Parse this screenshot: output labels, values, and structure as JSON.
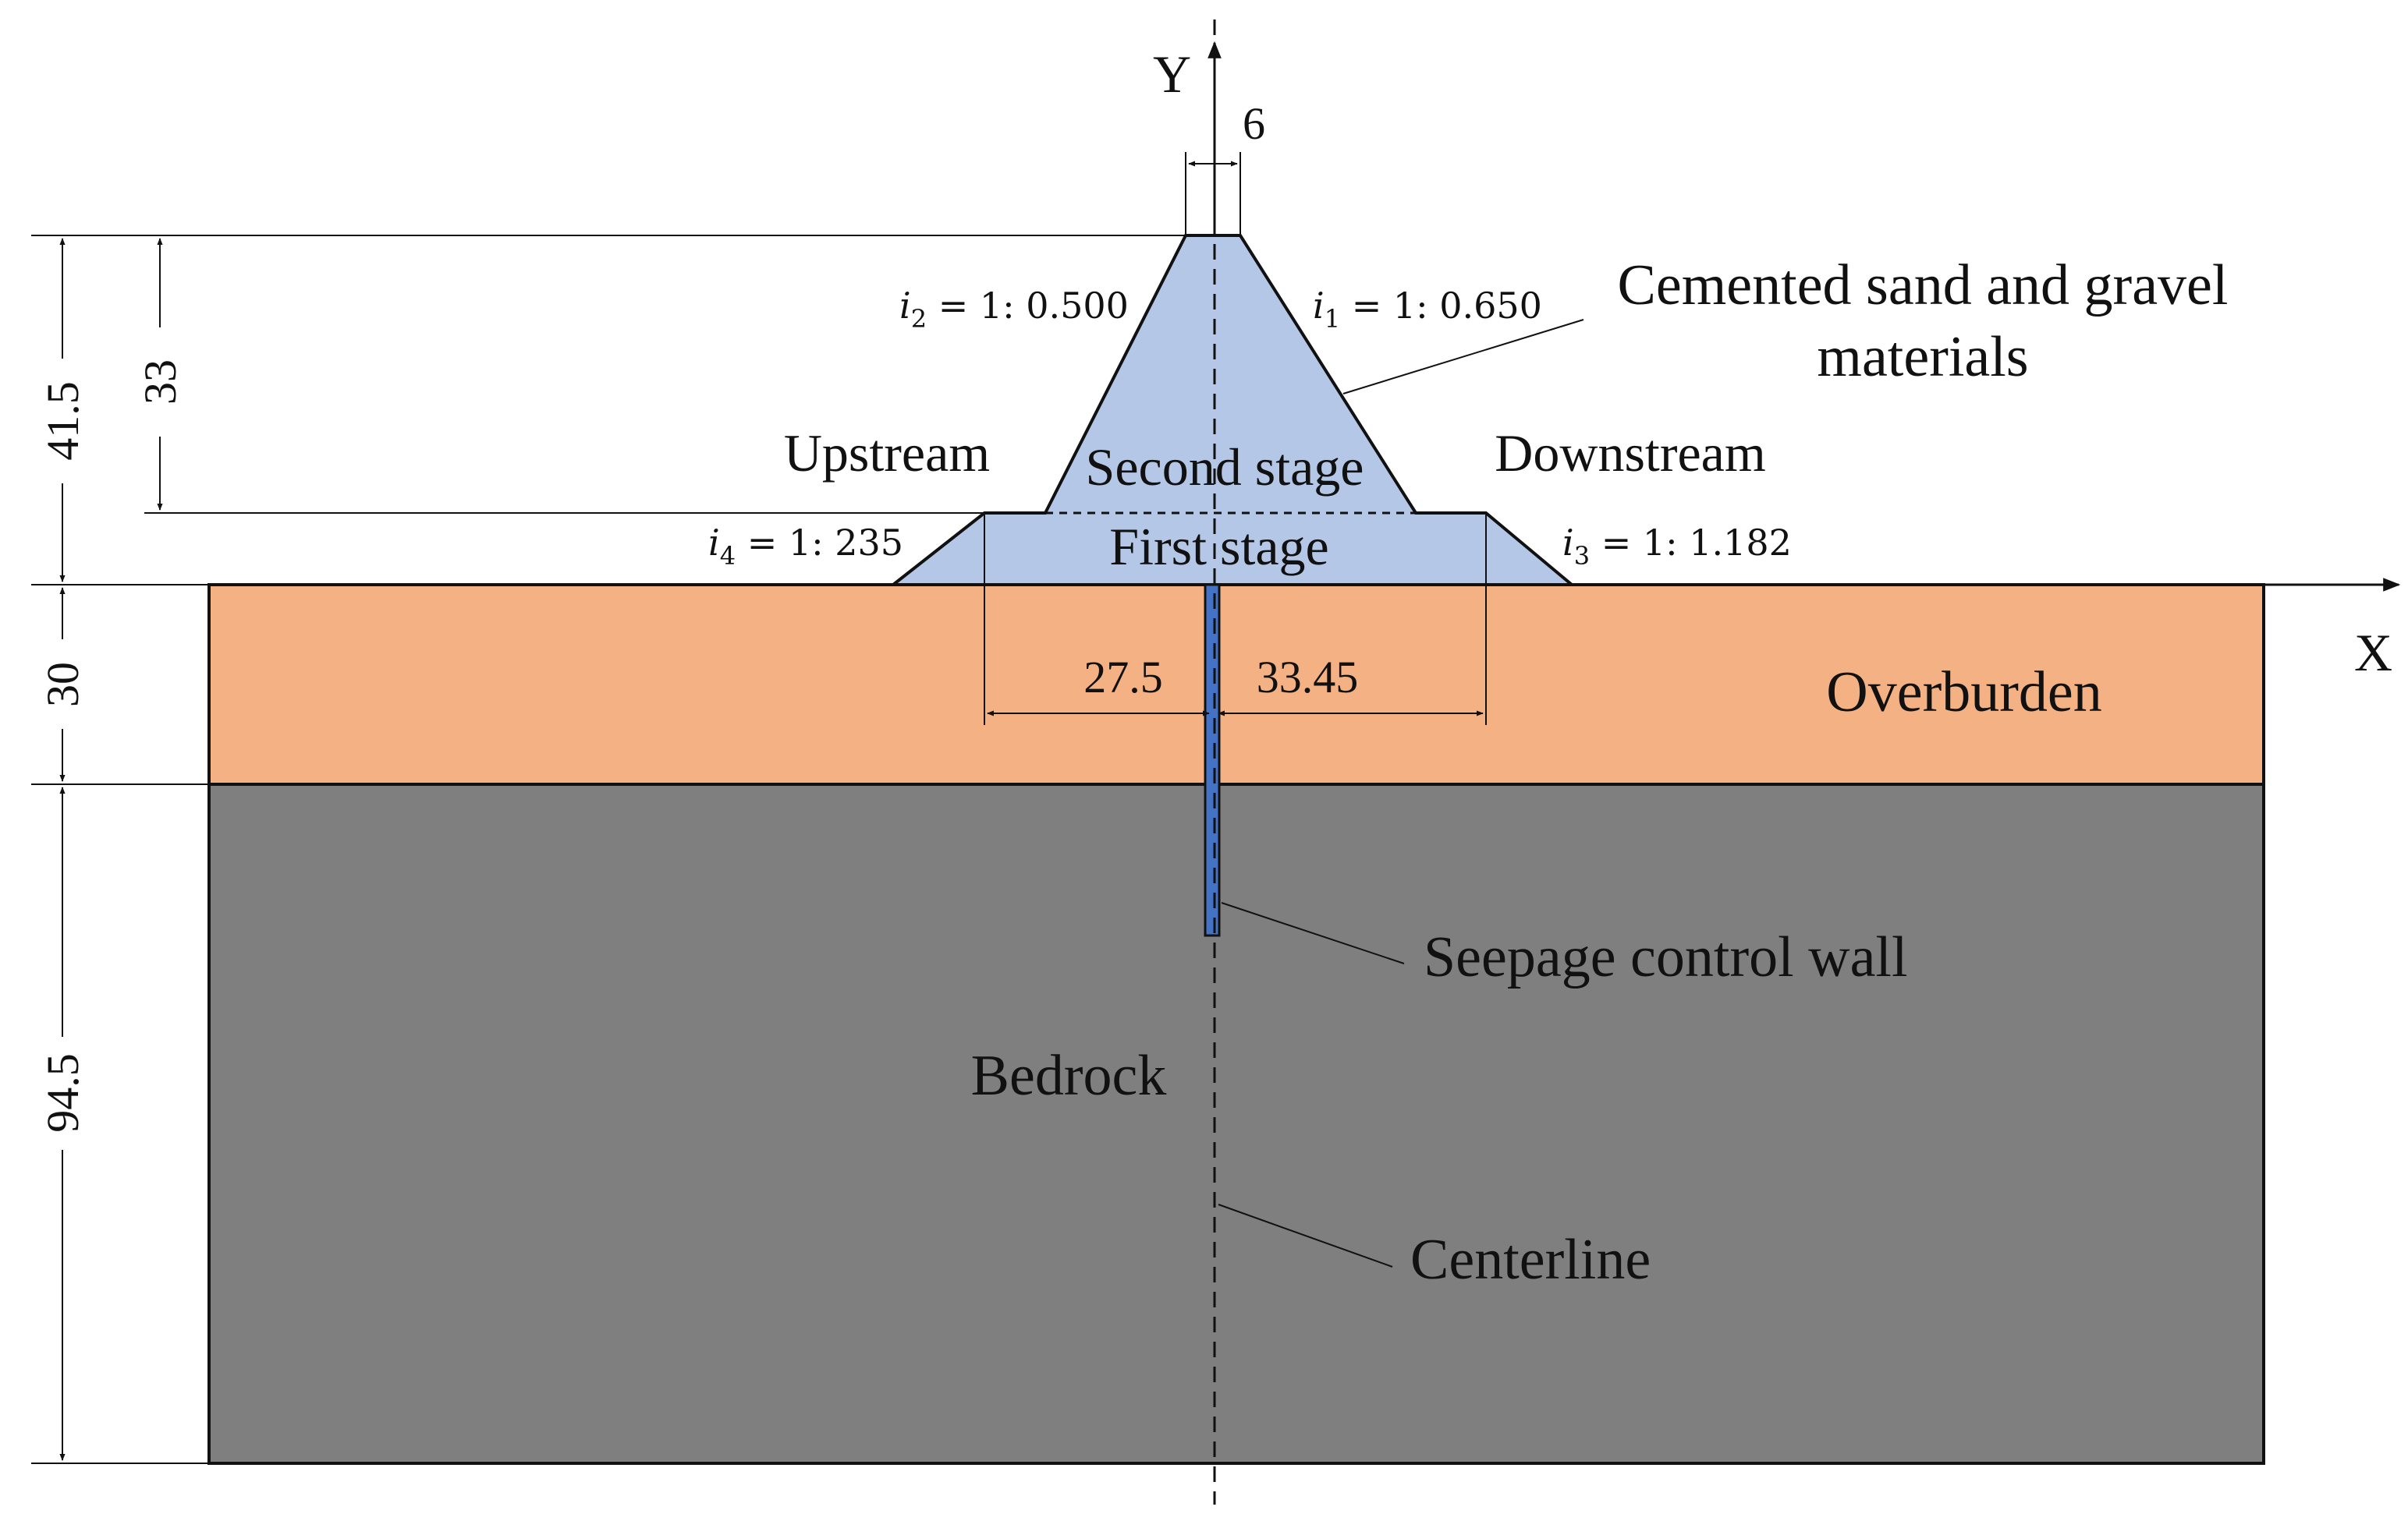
{
  "axes": {
    "x_label": "X",
    "y_label": "Y"
  },
  "dimensions": {
    "crest_width": "6",
    "total_dam_height": "41.5",
    "second_stage_height": "33",
    "overburden_thickness": "30",
    "bedrock_thickness": "94.5",
    "upstream_base_half_width": "27.5",
    "downstream_base_half_width": "33.45"
  },
  "slopes": {
    "i1": {
      "symbol": "i",
      "sub": "1",
      "value": " = 1: 0.650"
    },
    "i2": {
      "symbol": "i",
      "sub": "2",
      "value": " = 1: 0.500"
    },
    "i3": {
      "symbol": "i",
      "sub": "3",
      "value": " = 1: 1.182"
    },
    "i4": {
      "symbol": "i",
      "sub": "4",
      "value": " = 1: 235"
    }
  },
  "labels": {
    "material_line1": "Cemented sand and gravel",
    "material_line2": "materials",
    "upstream": "Upstream",
    "downstream": "Downstream",
    "second_stage": "Second stage",
    "first_stage": "First stage",
    "overburden": "Overburden",
    "bedrock": "Bedrock",
    "seepage_wall": "Seepage control wall",
    "centerline": "Centerline"
  },
  "colors": {
    "dam_fill": "#b4c7e7",
    "overburden_fill": "#f4b183",
    "bedrock_fill": "#7f7f7f",
    "wall_fill": "#4472c4"
  }
}
